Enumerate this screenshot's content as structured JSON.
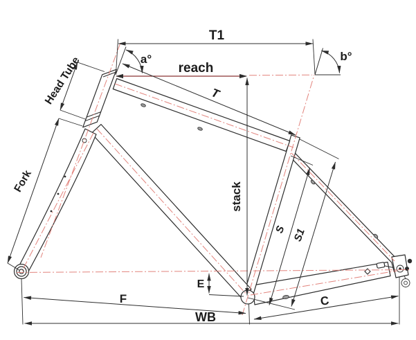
{
  "diagram": {
    "type": "technical-drawing",
    "subject": "bicycle frame geometry",
    "labels": {
      "t1": "T1",
      "a_deg": "a°",
      "b_deg": "b°",
      "reach": "reach",
      "t": "T",
      "head_tube": "Head Tube",
      "fork": "Fork",
      "stack": "stack",
      "s": "S",
      "s1": "S1",
      "e": "E",
      "f": "F",
      "c": "C",
      "wb": "WB"
    },
    "colors": {
      "ink": "#2d2d2d",
      "centerline_red": "#e2837c",
      "reach_line_red": "#8a3434",
      "background": "#ffffff"
    }
  }
}
